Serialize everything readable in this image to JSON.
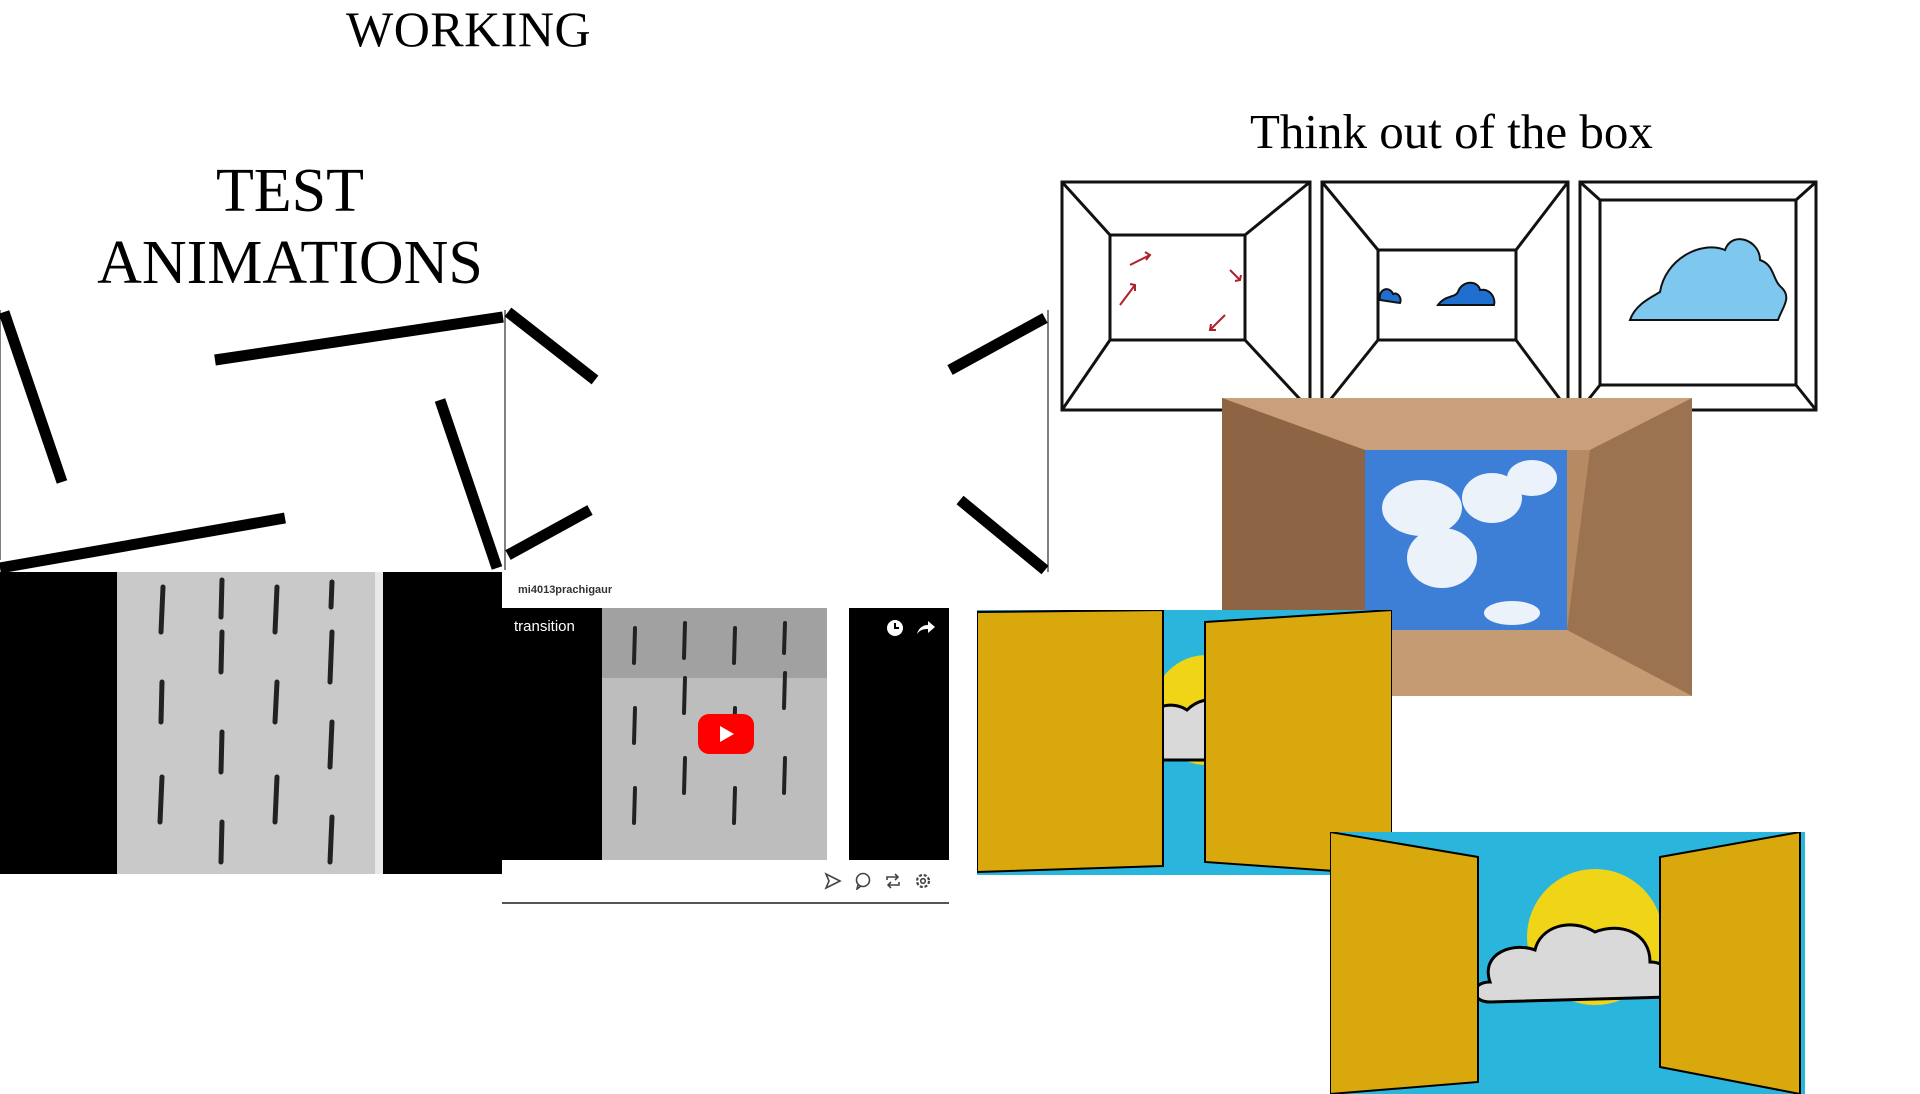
{
  "titles": {
    "working": "WORKING",
    "test_line1": "TEST",
    "test_line2": "ANIMATIONS",
    "box": "Think out of the box"
  },
  "video_widget": {
    "channel": "mi4013prachigaur",
    "video_title": "transition",
    "top_icons": [
      "clock-icon",
      "share-icon"
    ],
    "bottom_icons": [
      "send-icon",
      "comment-icon",
      "repeat-icon",
      "settings-icon"
    ],
    "play_color": "#ff0000"
  },
  "colors": {
    "door_yellow": "#d9a80c",
    "sky_blue": "#2ab6dc",
    "sun_yellow": "#f0d418",
    "cloud_gray": "#d9d9d9",
    "cardboard": "#b68a62",
    "paper_gray": "#c9c9c9"
  }
}
